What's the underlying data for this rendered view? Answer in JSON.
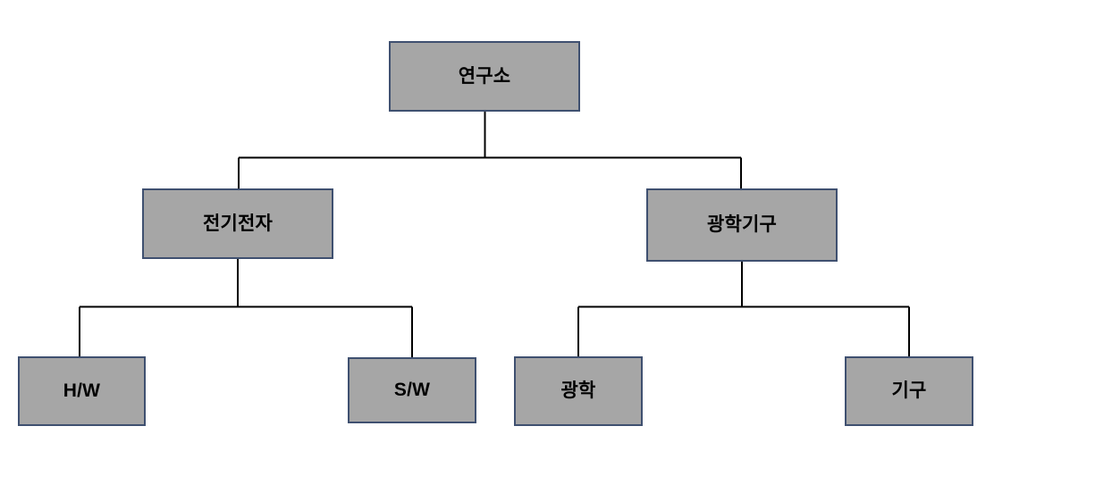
{
  "diagram": {
    "type": "organization-chart",
    "background_color": "#ffffff",
    "node_fill_color": "#a6a6a6",
    "node_border_color": "#3f5070",
    "connector_color": "#000000",
    "text_color": "#000000",
    "levels": 3,
    "nodes": {
      "root": {
        "label": "연구소",
        "level": 1
      },
      "ee": {
        "label": "전기전자",
        "level": 2
      },
      "optmech": {
        "label": "광학기구",
        "level": 2
      },
      "hw": {
        "label": "H/W",
        "level": 3
      },
      "sw": {
        "label": "S/W",
        "level": 3
      },
      "optics": {
        "label": "광학",
        "level": 3
      },
      "mech": {
        "label": "기구",
        "level": 3
      }
    },
    "edges": [
      {
        "from": "root",
        "to": "ee"
      },
      {
        "from": "root",
        "to": "optmech"
      },
      {
        "from": "ee",
        "to": "hw"
      },
      {
        "from": "ee",
        "to": "sw"
      },
      {
        "from": "optmech",
        "to": "optics"
      },
      {
        "from": "optmech",
        "to": "mech"
      }
    ]
  }
}
